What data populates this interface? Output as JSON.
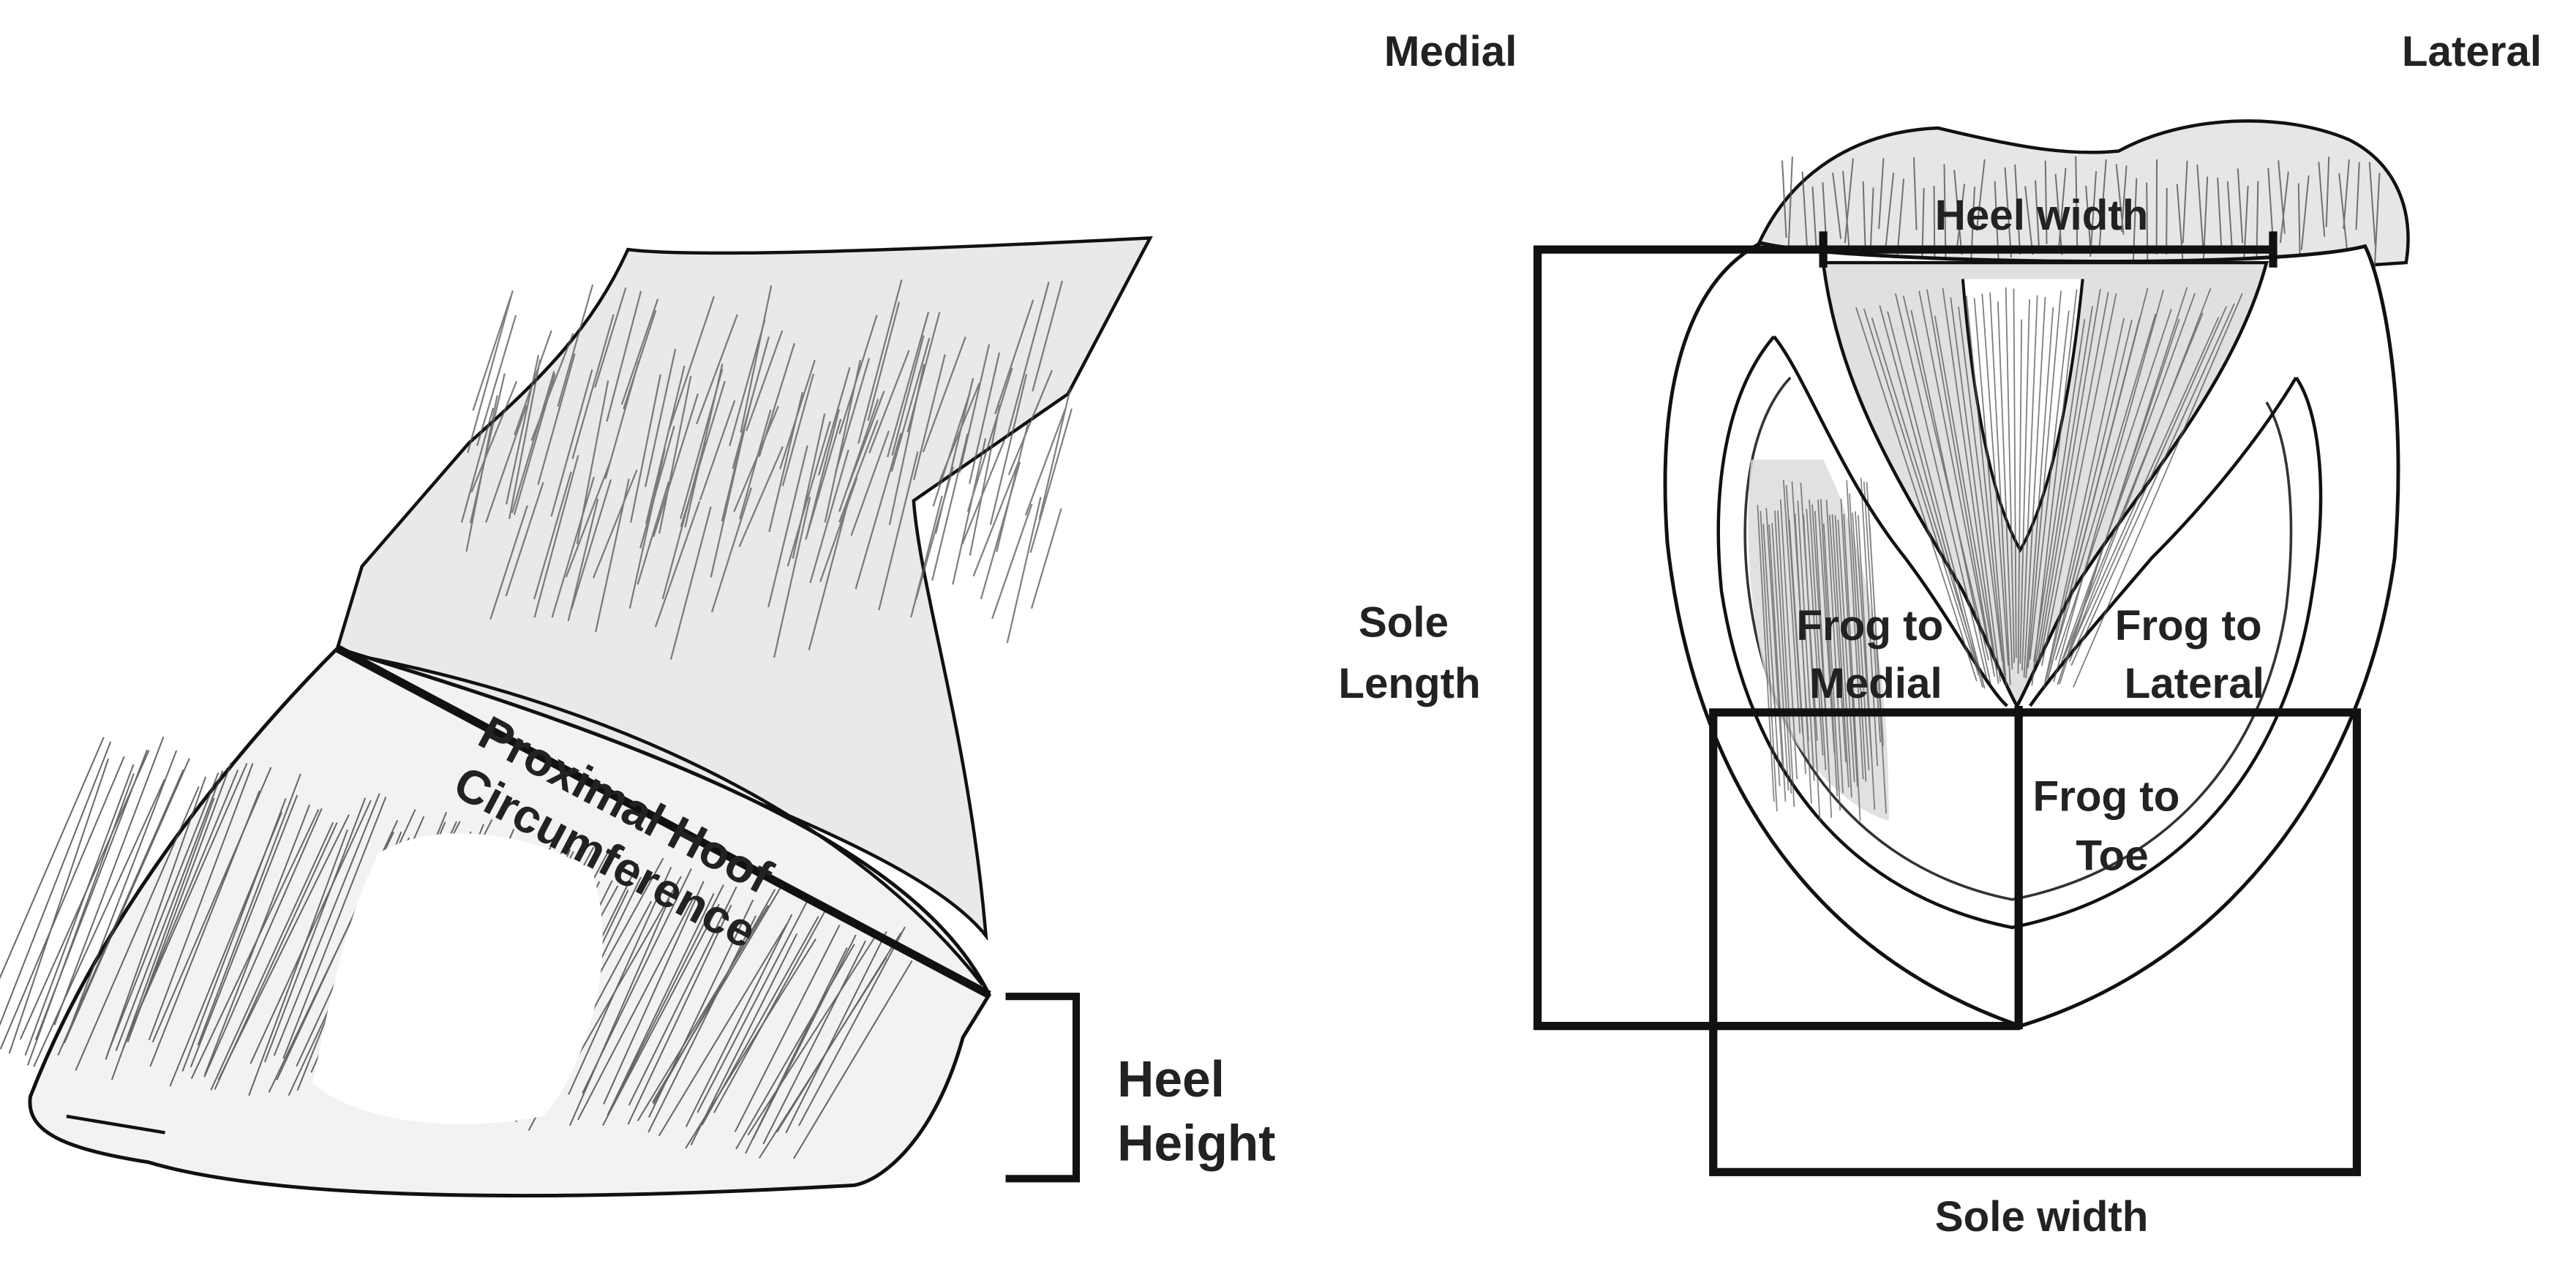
{
  "side_view": {
    "proximal_hoof_circumference": [
      "Proximal Hoof",
      "Circumference"
    ],
    "heel_height": [
      "Heel",
      "Height"
    ]
  },
  "sole_view": {
    "medial": "Medial",
    "lateral": "Lateral",
    "heel_width": "Heel width",
    "sole_length": [
      "Sole",
      "Length"
    ],
    "frog_to_medial": [
      "Frog to",
      "Medial"
    ],
    "frog_to_lateral": [
      "Frog to",
      "Lateral"
    ],
    "frog_to_toe": [
      "Frog to",
      "Toe"
    ],
    "sole_width": "Sole width"
  },
  "colors": {
    "ink": "#111111",
    "label": "#222222",
    "hair": "#555555",
    "background": "#ffffff"
  }
}
